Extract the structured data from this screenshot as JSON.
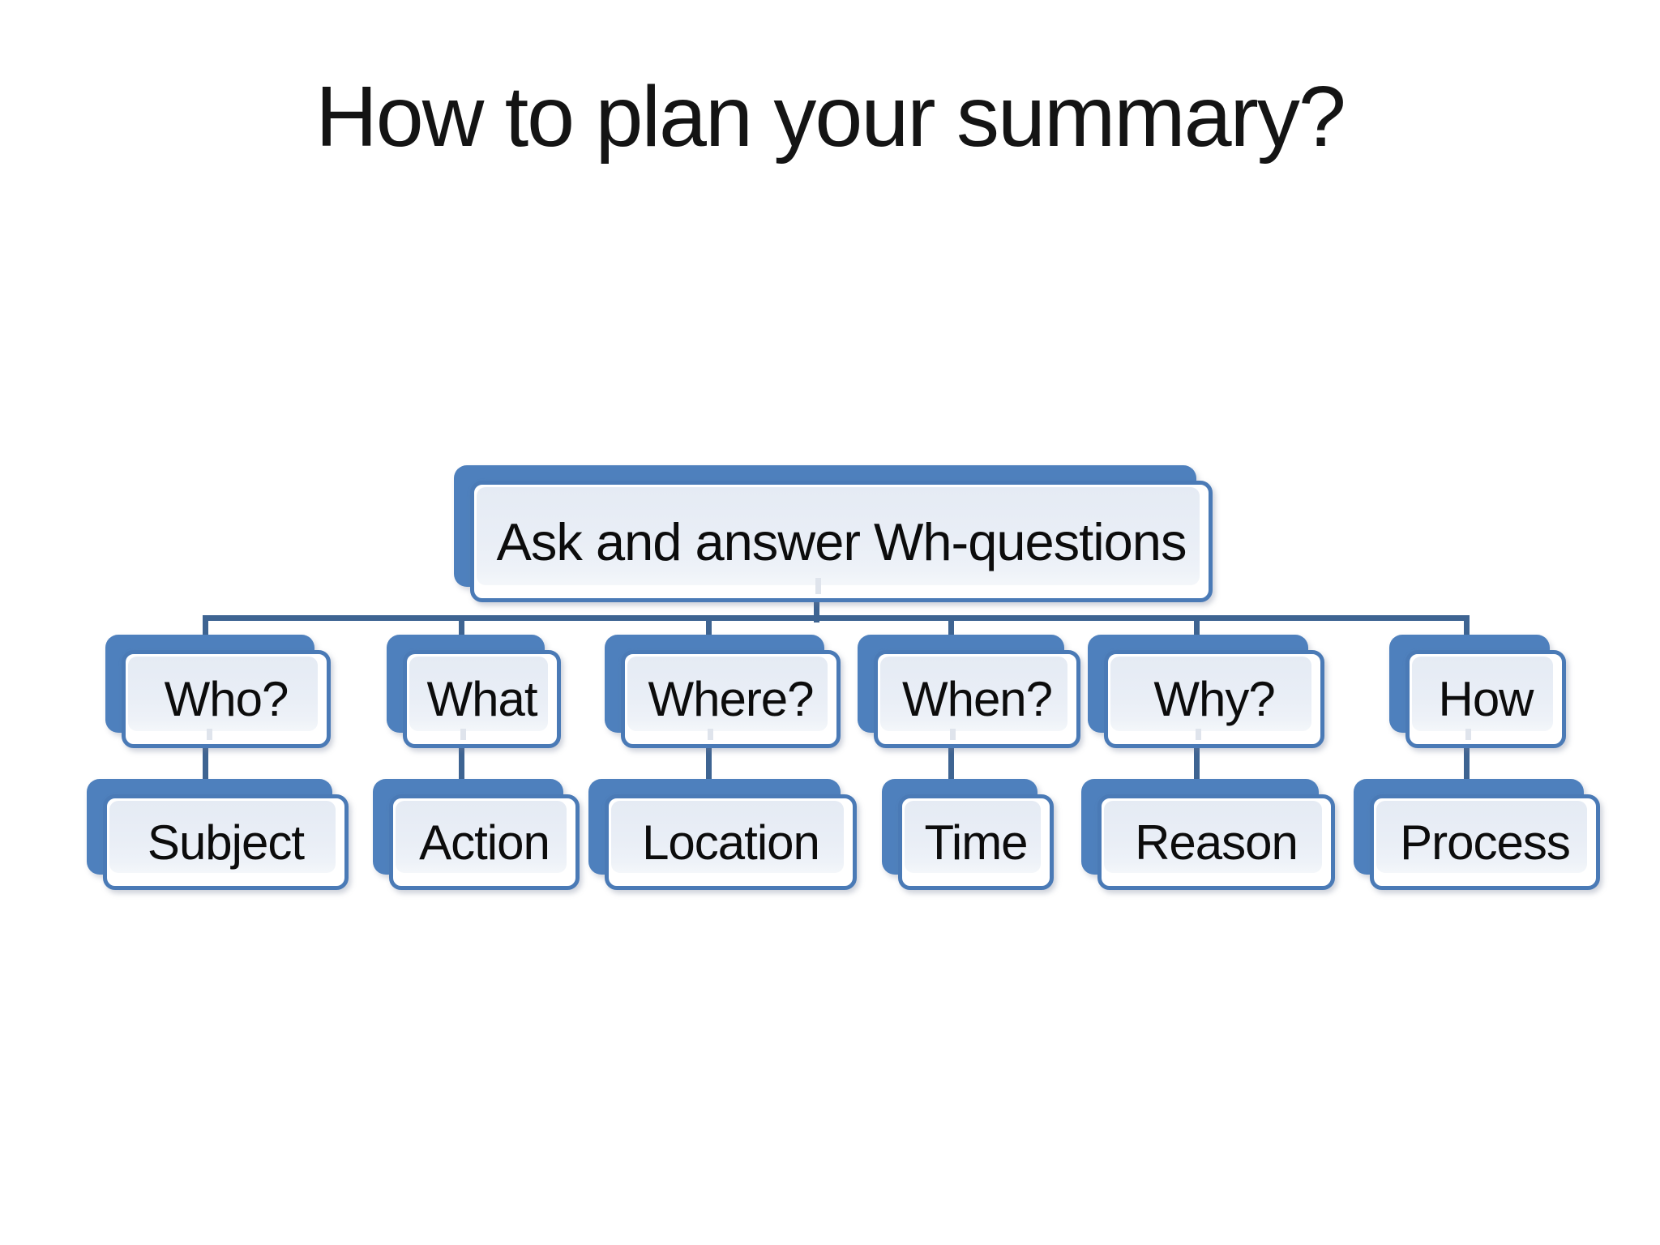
{
  "title": "How to plan your summary?",
  "colors": {
    "accent_blue": "#4e80bd",
    "box_border_blue": "#4a7ab6",
    "connector_blue": "#3e6492",
    "box_fill_light": "#e9eef6",
    "background": "#ffffff",
    "text": "#0c0c0c"
  },
  "diagram": {
    "root": {
      "label": "Ask and answer Wh-questions"
    },
    "columns": [
      {
        "question": "Who?",
        "answer": "Subject"
      },
      {
        "question": "What",
        "answer": "Action"
      },
      {
        "question": "Where?",
        "answer": "Location"
      },
      {
        "question": "When?",
        "answer": "Time"
      },
      {
        "question": "Why?",
        "answer": "Reason"
      },
      {
        "question": "How",
        "answer": "Process"
      }
    ]
  }
}
